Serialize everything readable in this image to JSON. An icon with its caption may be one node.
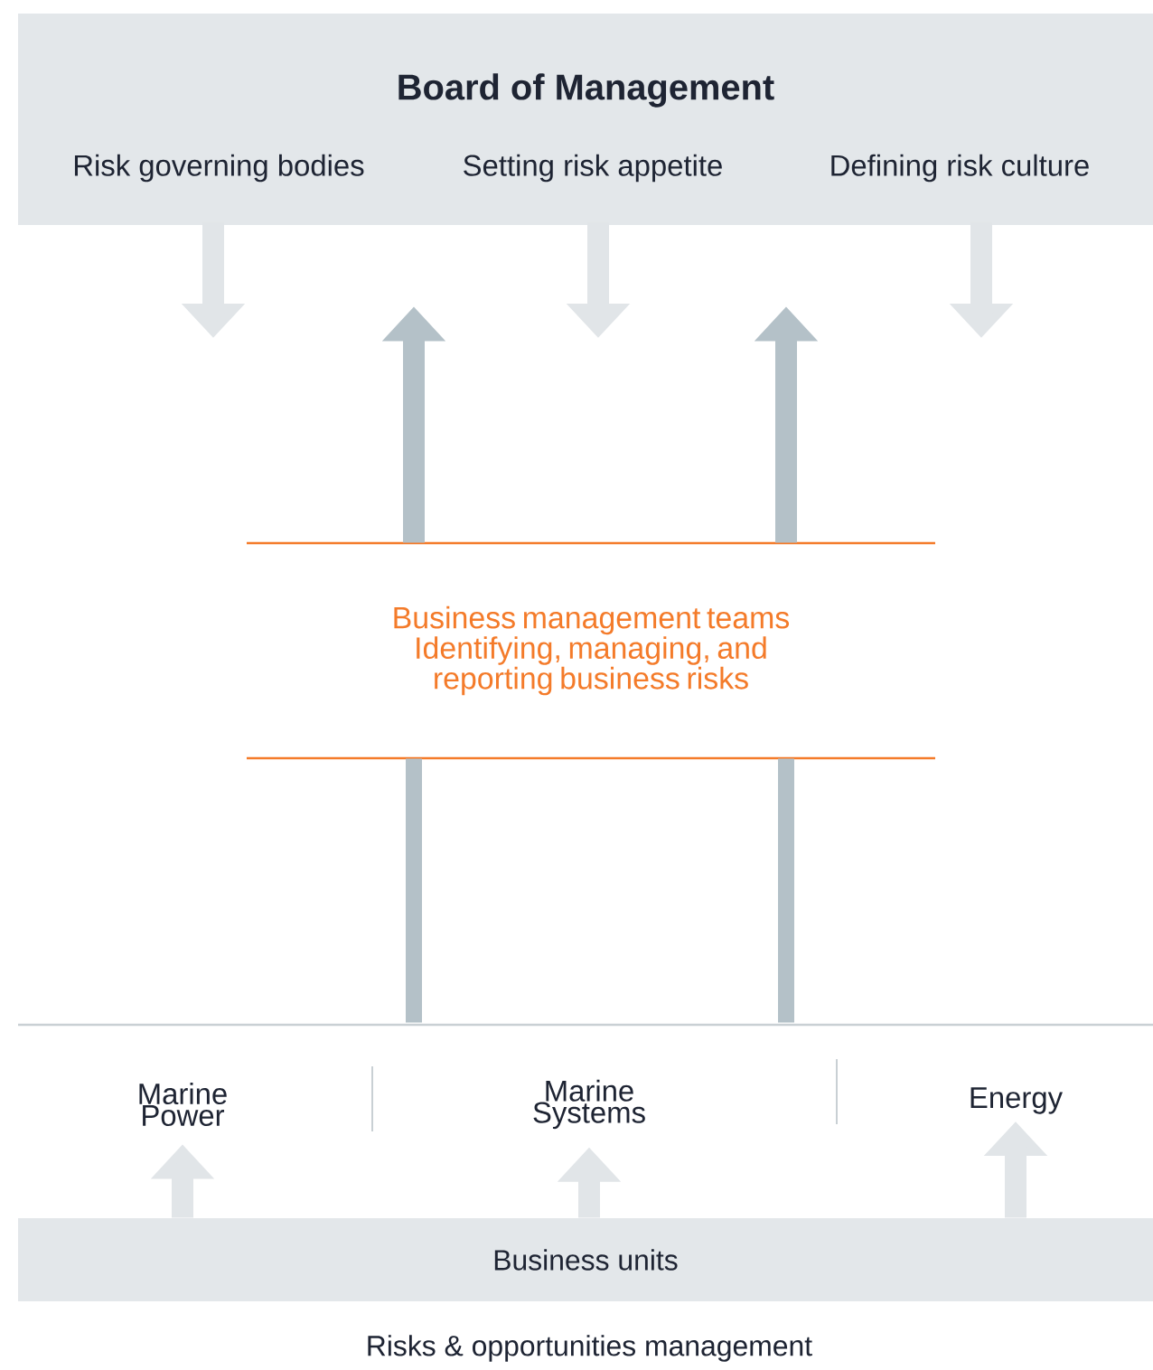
{
  "diagram": {
    "nodes": [
      {
        "text": [
          "Board of Management"
        ]
      },
      {
        "text": [
          "Risk governing bodies"
        ],
        "in": 0
      },
      {
        "text": [
          "Setting risk appetite"
        ],
        "in": 0
      },
      {
        "text": [
          "Defining risk culture"
        ],
        "in": 0
      },
      {
        "text": [
          "Business management teams",
          "Identifying, managing, and reporting business risks"
        ]
      },
      {
        "text": [],
        "shape": "line"
      },
      {
        "text": [
          "Marine Power"
        ]
      },
      {
        "text": [
          "Marine Systems"
        ]
      },
      {
        "text": [
          "Energy"
        ]
      },
      {
        "text": [
          "Business units"
        ]
      }
    ],
    "edges": [
      {
        "from": 1,
        "to": null,
        "arrow": "to"
      },
      {
        "from": 2,
        "to": null,
        "arrow": "to"
      },
      {
        "from": 3,
        "to": null,
        "arrow": "to"
      },
      {
        "from": 4,
        "to": 0,
        "arrow": "to",
        "color": "#b4c1c8"
      },
      {
        "from": 4,
        "to": 0,
        "arrow": "to",
        "color": "#b4c1c8"
      },
      {
        "from": 5,
        "to": 4,
        "arrow": "none",
        "color": "#b4c1c8"
      },
      {
        "from": 5,
        "to": 4,
        "arrow": "none",
        "color": "#b4c1c8"
      },
      {
        "from": 9,
        "to": 6,
        "arrow": "to"
      },
      {
        "from": 9,
        "to": 7,
        "arrow": "to"
      },
      {
        "from": 9,
        "to": 8,
        "arrow": "to"
      }
    ],
    "labels": [
      "Risks & opportunities management"
    ]
  }
}
